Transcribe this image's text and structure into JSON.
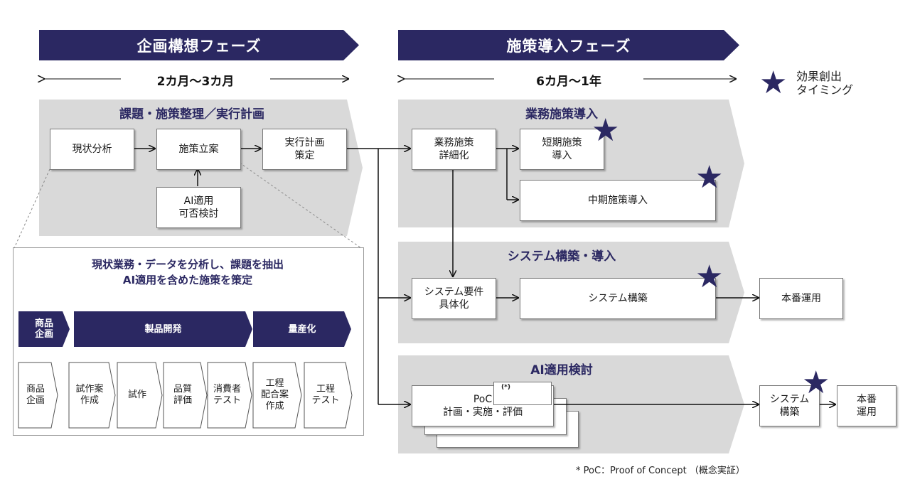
{
  "phases": {
    "planning": {
      "title": "企画構想フェーズ",
      "duration": "2カ月～3カ月"
    },
    "implementation": {
      "title": "施策導入フェーズ",
      "duration": "6カ月～1年"
    }
  },
  "legend": {
    "icon": "star-icon",
    "text": "効果創出\nタイミング"
  },
  "planning_panel": {
    "title": "課題・施策整理／実行計画",
    "boxes": {
      "current_analysis": "現状分析",
      "policy_planning": "施策立案",
      "execution_plan": "実行計画\n策定",
      "ai_feasibility": "AI適用\n可否検討"
    }
  },
  "zoom_panel": {
    "title_line1": "現状業務・データを分析し、課題を抽出",
    "title_line2": "AI適用を含めた施策を策定",
    "stages": [
      "商品\n企画",
      "製品開発",
      "量産化"
    ],
    "steps": [
      "商品\n企画",
      "試作案\n作成",
      "試作",
      "品質\n評価",
      "消費者\nテスト",
      "工程\n配合案\n作成",
      "工程\nテスト"
    ]
  },
  "business_panel": {
    "title": "業務施策導入",
    "boxes": {
      "detail": "業務施策\n詳細化",
      "short_term": "短期施策\n導入",
      "mid_term": "中期施策導入"
    }
  },
  "system_panel": {
    "title": "システム構築・導入",
    "boxes": {
      "requirements": "システム要件\n具体化",
      "build": "システム構築",
      "production": "本番運用"
    }
  },
  "ai_panel": {
    "title": "AI適用検討",
    "boxes": {
      "poc": "PoC\n計画・実施・評価",
      "poc_mark": "(*)",
      "system_build": "システム\n構築",
      "production": "本番\n運用"
    }
  },
  "footnote": "*  PoC：Proof of Concept （概念実証）",
  "colors": {
    "accent": "#2b2862",
    "panel": "#d9d9d9",
    "line": "#111111"
  }
}
